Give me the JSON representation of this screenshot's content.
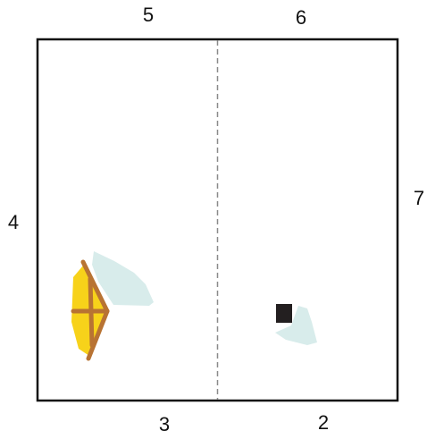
{
  "labels": {
    "top_left": "5",
    "top_right": "6",
    "right": "7",
    "left": "4",
    "bottom_left": "3",
    "bottom_right": "2"
  },
  "colors": {
    "frame": "#111111",
    "divider": "#8a8a8a",
    "shadow": "#d8eceb",
    "sail_fill": "#f7d21a",
    "sail_frame": "#b87333",
    "block": "#231f20"
  },
  "icons": {
    "left_object": "kite-icon",
    "right_object": "square-block-icon"
  }
}
